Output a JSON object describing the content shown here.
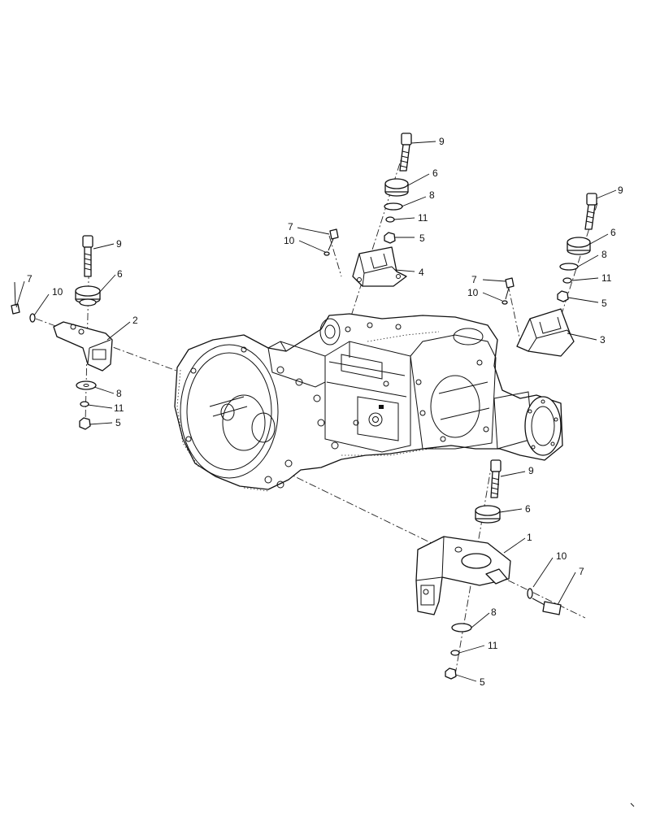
{
  "callouts": {
    "c1": "1",
    "c2": "2",
    "c3": "3",
    "c4": "4",
    "c5a": "5",
    "c5b": "5",
    "c5c": "5",
    "c5d": "5",
    "c6a": "6",
    "c6b": "6",
    "c6c": "6",
    "c6d": "6",
    "c7a": "7",
    "c7b": "7",
    "c7c": "7",
    "c7d": "7",
    "c8a": "8",
    "c8b": "8",
    "c8c": "8",
    "c8d": "8",
    "c9a": "9",
    "c9b": "9",
    "c9c": "9",
    "c9d": "9",
    "c10a": "10",
    "c10b": "10",
    "c10c": "10",
    "c10d": "10",
    "c11a": "11",
    "c11b": "11",
    "c11c": "11",
    "c11d": "11"
  }
}
